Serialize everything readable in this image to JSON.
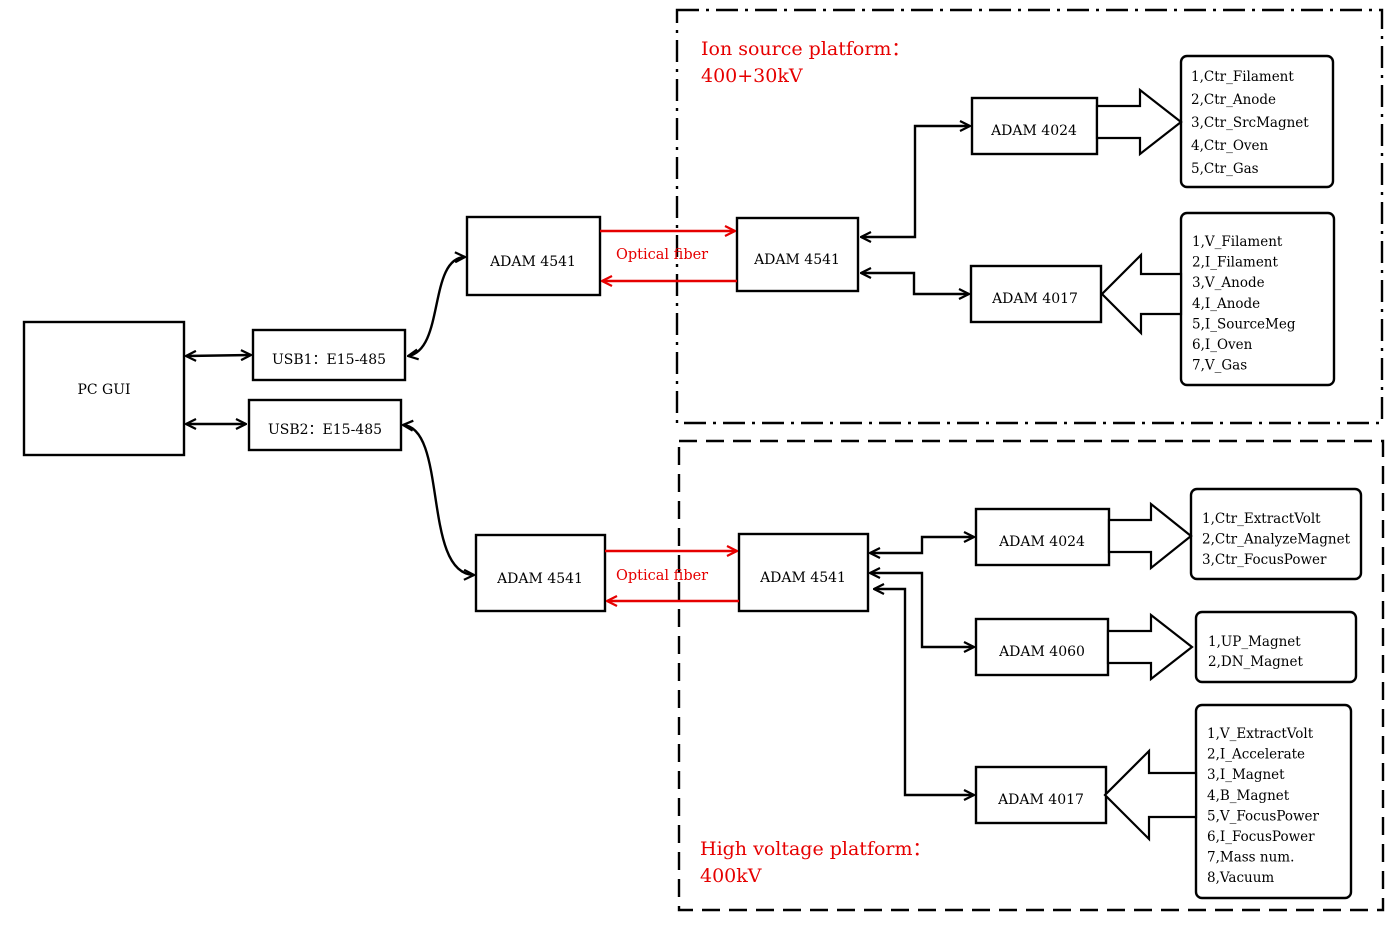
{
  "colors": {
    "line": "#000000",
    "fiber": "#e60000",
    "platform_title": "#e60000"
  },
  "pc": {
    "label": "PC GUI"
  },
  "usb1": {
    "label": "USB1：E15-485"
  },
  "usb2": {
    "label": "USB2：E15-485"
  },
  "ion_platform": {
    "title_line1": "Ion source platform：",
    "title_line2": "400+30kV",
    "adam_host": "ADAM 4541",
    "fiber_label": "Optical fiber",
    "adam_remote": "ADAM 4541",
    "adam_out": "ADAM 4024",
    "adam_in": "ADAM 4017",
    "out_list": [
      "1,Ctr_Filament",
      "2,Ctr_Anode",
      "3,Ctr_SrcMagnet",
      "4,Ctr_Oven",
      "5,Ctr_Gas"
    ],
    "in_list": [
      "1,V_Filament",
      "2,I_Filament",
      "3,V_Anode",
      "4,I_Anode",
      "5,I_SourceMeg",
      "6,I_Oven",
      "7,V_Gas"
    ]
  },
  "hv_platform": {
    "title_line1": "High voltage platform：",
    "title_line2": "400kV",
    "adam_host": "ADAM 4541",
    "fiber_label": "Optical fiber",
    "adam_remote": "ADAM 4541",
    "adam_out1": "ADAM 4024",
    "adam_out2": "ADAM 4060",
    "adam_in": "ADAM 4017",
    "out1_list": [
      "1,Ctr_ExtractVolt",
      "2,Ctr_AnalyzeMagnet",
      "3,Ctr_FocusPower"
    ],
    "out2_list": [
      "1,UP_Magnet",
      "2,DN_Magnet"
    ],
    "in_list": [
      "1,V_ExtractVolt",
      "2,I_Accelerate",
      "3,I_Magnet",
      "4,B_Magnet",
      "5,V_FocusPower",
      "6,I_FocusPower",
      "7,Mass num.",
      "8,Vacuum"
    ]
  }
}
